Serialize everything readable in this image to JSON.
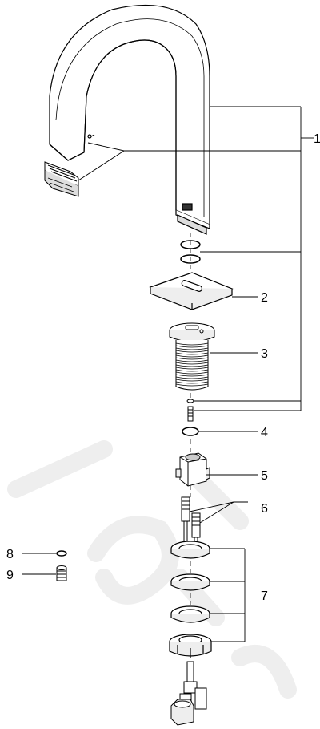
{
  "callouts": [
    {
      "id": "1",
      "label": "1"
    },
    {
      "id": "2",
      "label": "2"
    },
    {
      "id": "3",
      "label": "3"
    },
    {
      "id": "4",
      "label": "4"
    },
    {
      "id": "5",
      "label": "5"
    },
    {
      "id": "6",
      "label": "6"
    },
    {
      "id": "7",
      "label": "7"
    },
    {
      "id": "8",
      "label": "8"
    },
    {
      "id": "9",
      "label": "9"
    }
  ],
  "colors": {
    "line": "#000000",
    "part_fill": "#ffffff",
    "part_shade": "#e6e6e6",
    "watermark": "#efefef"
  }
}
